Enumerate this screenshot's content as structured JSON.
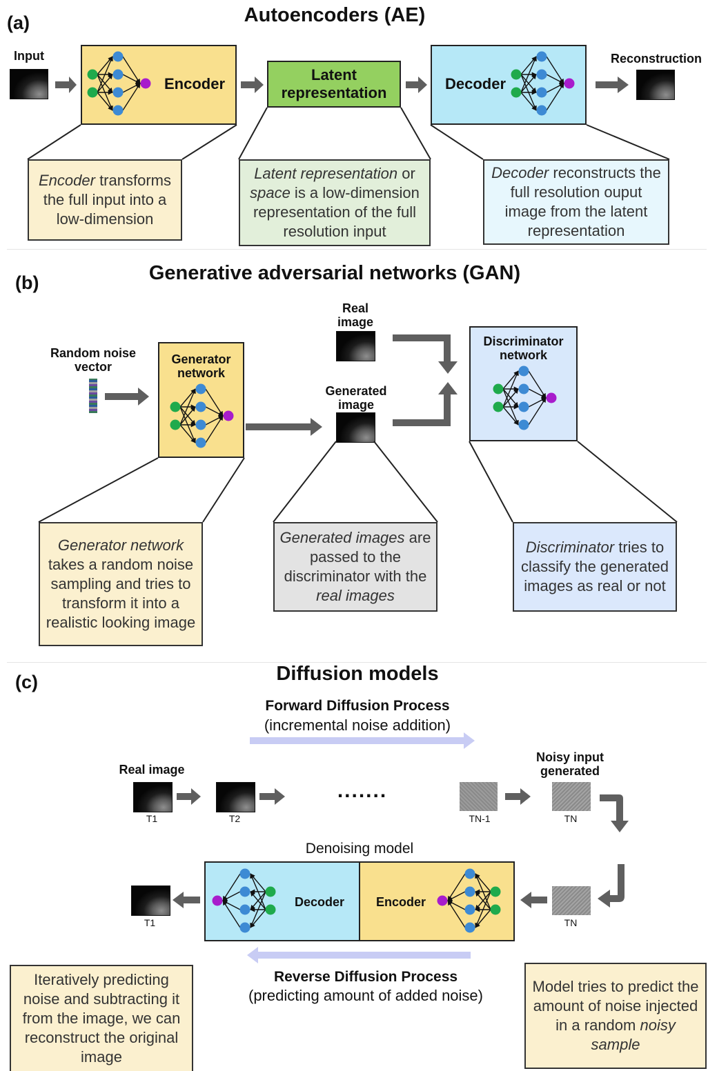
{
  "panel_a": {
    "label": "(a)",
    "title": "Autoencoders (AE)",
    "input_label": "Input",
    "encoder_label": "Encoder",
    "latent_label": "Latent representation",
    "decoder_label": "Decoder",
    "reconstruction_label": "Reconstruction",
    "encoder_desc": [
      "Encoder",
      " transforms the full input into a low-dimension"
    ],
    "latent_desc": [
      "Latent representation",
      " or ",
      "space",
      " is a low-dimension representation of the full resolution input"
    ],
    "decoder_desc": [
      "Decoder",
      " reconstructs the full resolution ouput image from the latent representation"
    ]
  },
  "panel_b": {
    "label": "(b)",
    "title": "Generative adversarial networks (GAN)",
    "noise_label": "Random noise vector",
    "generator_label": "Generator network",
    "real_image_label": "Real image",
    "generated_image_label": "Generated image",
    "discriminator_label": "Discriminator network",
    "generator_desc": [
      "Generator network",
      " takes a random noise sampling and tries to transform it into a realistic looking image"
    ],
    "generated_desc": [
      "Generated images",
      " are passed to the discriminator with the ",
      "real images"
    ],
    "discriminator_desc": [
      "Discriminator",
      " tries to classify the generated images as real or not"
    ]
  },
  "panel_c": {
    "label": "(c)",
    "title": "Diffusion models",
    "forward_title": "Forward Diffusion Process",
    "forward_sub": "(incremental noise addition)",
    "real_image_label": "Real image",
    "noisy_label": "Noisy input generated",
    "ellipsis": ".......",
    "t_labels": [
      "T1",
      "T2",
      "TN-1",
      "TN",
      "TN",
      "T1"
    ],
    "denoising_label": "Denoising model",
    "decoder_label": "Decoder",
    "encoder_label": "Encoder",
    "reverse_title": "Reverse Diffusion Process",
    "reverse_sub": "(predicting amount of added noise)",
    "left_desc": "Iteratively predicting noise and subtracting it from the image, we can reconstruct the original image",
    "right_desc": [
      "Model tries to predict the amount of noise injected in a random ",
      "noisy sample"
    ]
  },
  "colors": {
    "encoder_fill": "#f9e08e",
    "latent_fill": "#94d060",
    "decoder_fill": "#b6e8f7",
    "discriminator_fill": "#d8e8fb",
    "encoder_desc_fill": "#fbf0cf",
    "latent_desc_fill": "#e2efda",
    "decoder_desc_fill": "#e7f7fd",
    "generated_desc_fill": "#e3e3e3",
    "discriminator_desc_fill": "#dbe8fc",
    "node_green": "#1faa4c",
    "node_blue": "#3d8ad4",
    "node_purple": "#a81ccc",
    "arrow_gray": "#5f5f5f",
    "diffusion_arrow": "#c8ccf4"
  }
}
